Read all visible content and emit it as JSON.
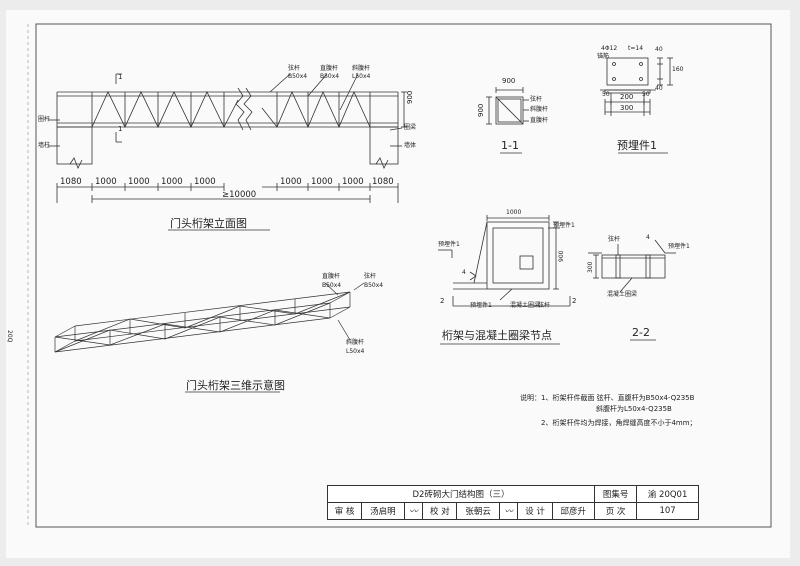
{
  "elevation": {
    "title": "门头桁架立面图",
    "section_mark": "1",
    "labels": {
      "chord_top": "弦杆",
      "chord_top_size": "B50x4",
      "vertical": "直腹杆",
      "vertical_size": "B50x4",
      "diagonal": "斜腹杆",
      "diagonal_size": "L50x4",
      "left_post": "圈杆",
      "left_wall": "墙柱",
      "right_beam": "圈梁",
      "right_wall": "墙体",
      "height": "900"
    },
    "dims_left": [
      "1080",
      "1000",
      "1000",
      "1000",
      "1000"
    ],
    "dims_right": [
      "1000",
      "1000",
      "1000",
      "1080"
    ],
    "total": "≥10000"
  },
  "iso": {
    "title": "门头桁架三维示意图",
    "labels": {
      "vertical": "直腹杆",
      "vertical_size": "B50x4",
      "chord": "弦杆",
      "chord_size": "B50x4",
      "diagonal": "斜腹杆",
      "diagonal_size": "L50x4"
    }
  },
  "section11": {
    "title": "1-1",
    "width": "900",
    "height": "900",
    "labels": [
      "弦杆",
      "斜腹杆",
      "直腹杆"
    ]
  },
  "embedded": {
    "title": "预埋件1",
    "bar": "4Φ12",
    "thick": "t=14",
    "anchor": "锚筋",
    "dims": [
      "40",
      "160",
      "40",
      "50",
      "200",
      "50",
      "300"
    ]
  },
  "node": {
    "title": "桁架与混凝土圈梁节点",
    "width": "1000",
    "height": "900",
    "labels": {
      "embed_top": "预埋件1",
      "embed_right": "预埋件1",
      "embed_bottom": "预埋件1",
      "beam": "混凝土圈梁",
      "chord": "弦杆",
      "weld": "4"
    },
    "sec_mark": "2"
  },
  "section22": {
    "title": "2-2",
    "height": "300",
    "labels": {
      "chord": "弦杆",
      "embed": "预埋件1",
      "beam": "混凝土圈梁",
      "weld": "4"
    }
  },
  "notes": {
    "line1": "说明：1、桁架杆件截面 弦杆、直腹杆为B50x4-Q235B",
    "line2": "斜腹杆为L50x4-Q235B",
    "line3": "2、桁架杆件均为焊接，角焊缝高度不小于4mm；"
  },
  "titleblock": {
    "drawing_title": "D2砖砌大门结构图（三）",
    "set_label": "图集号",
    "set_value": "渝 20Q01",
    "review_label": "审  核",
    "review_name": "汤启明",
    "check_label": "校  对",
    "check_name": "张朝云",
    "design_label": "设  计",
    "design_name": "邱彦升",
    "page_label": "页  次",
    "page_value": "107"
  },
  "margin_text": "20Q"
}
